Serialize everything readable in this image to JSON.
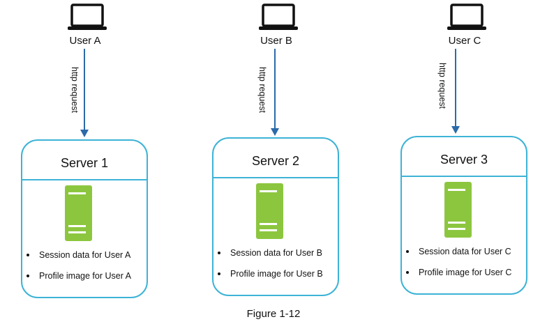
{
  "colors": {
    "box_border": "#3db3d6",
    "arrow": "#2c6aa9",
    "server_green": "#8cc63f",
    "text": "#111111"
  },
  "icons": {
    "client": "laptop-icon",
    "server": "server-rack-icon"
  },
  "columns": [
    {
      "user": "User A",
      "request": "http request",
      "server": "Server 1",
      "items": [
        "Session data for User A",
        "Profile image for User A"
      ]
    },
    {
      "user": "User B",
      "request": "http request",
      "server": "Server 2",
      "items": [
        "Session data for User B",
        "Profile image for User B"
      ]
    },
    {
      "user": "User C",
      "request": "http request",
      "server": "Server 3",
      "items": [
        "Session data for User C",
        "Profile image for User C"
      ]
    }
  ],
  "caption": "Figure 1-12"
}
